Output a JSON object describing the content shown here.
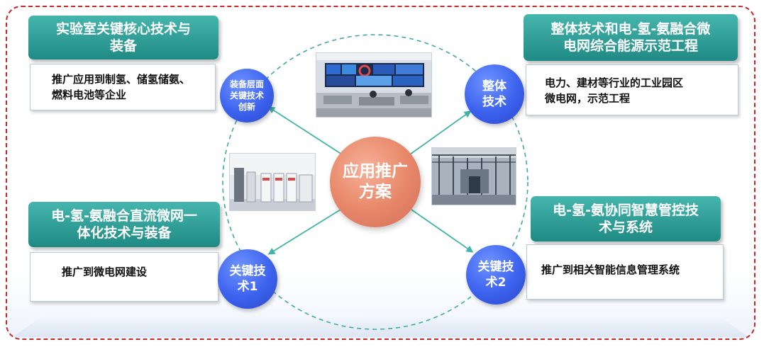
{
  "center": {
    "label_line1": "应用推广",
    "label_line2": "方案"
  },
  "top_left": {
    "title_line1": "实验室关键核心技术与",
    "title_line2": "装备",
    "desc_line1": "推广应用到制氢、储氢储氨、",
    "desc_line2": "燃料电池等企业",
    "node_line1": "装备层面",
    "node_line2": "关键技术",
    "node_line3": "创新"
  },
  "top_right": {
    "title_line1": "整体技术和电-氢-氨融合微",
    "title_line2": "电网综合能源示范工程",
    "desc_line1": "电力、建材等行业的工业园区",
    "desc_line2": "微电网，示范工程",
    "node_line1": "整体",
    "node_line2": "技术"
  },
  "bottom_left": {
    "title_line1": "电-氢-氨融合直流微网一",
    "title_line2": "体化技术与装备",
    "desc_line1": "推广到微电网建设",
    "node_line1": "关键技",
    "node_line2": "术1"
  },
  "bottom_right": {
    "title_line1": "电-氢-氨协同智慧管控技",
    "title_line2": "术与系统",
    "desc_line1": "推广到相关智能信息管理系统",
    "node_line1": "关键技",
    "node_line2": "术2"
  },
  "colors": {
    "teal": "#2a9d95",
    "blue": "#3c62ee",
    "coral": "#e8896b",
    "frame_red": "#c62828",
    "arrow": "#3fb5a8"
  }
}
